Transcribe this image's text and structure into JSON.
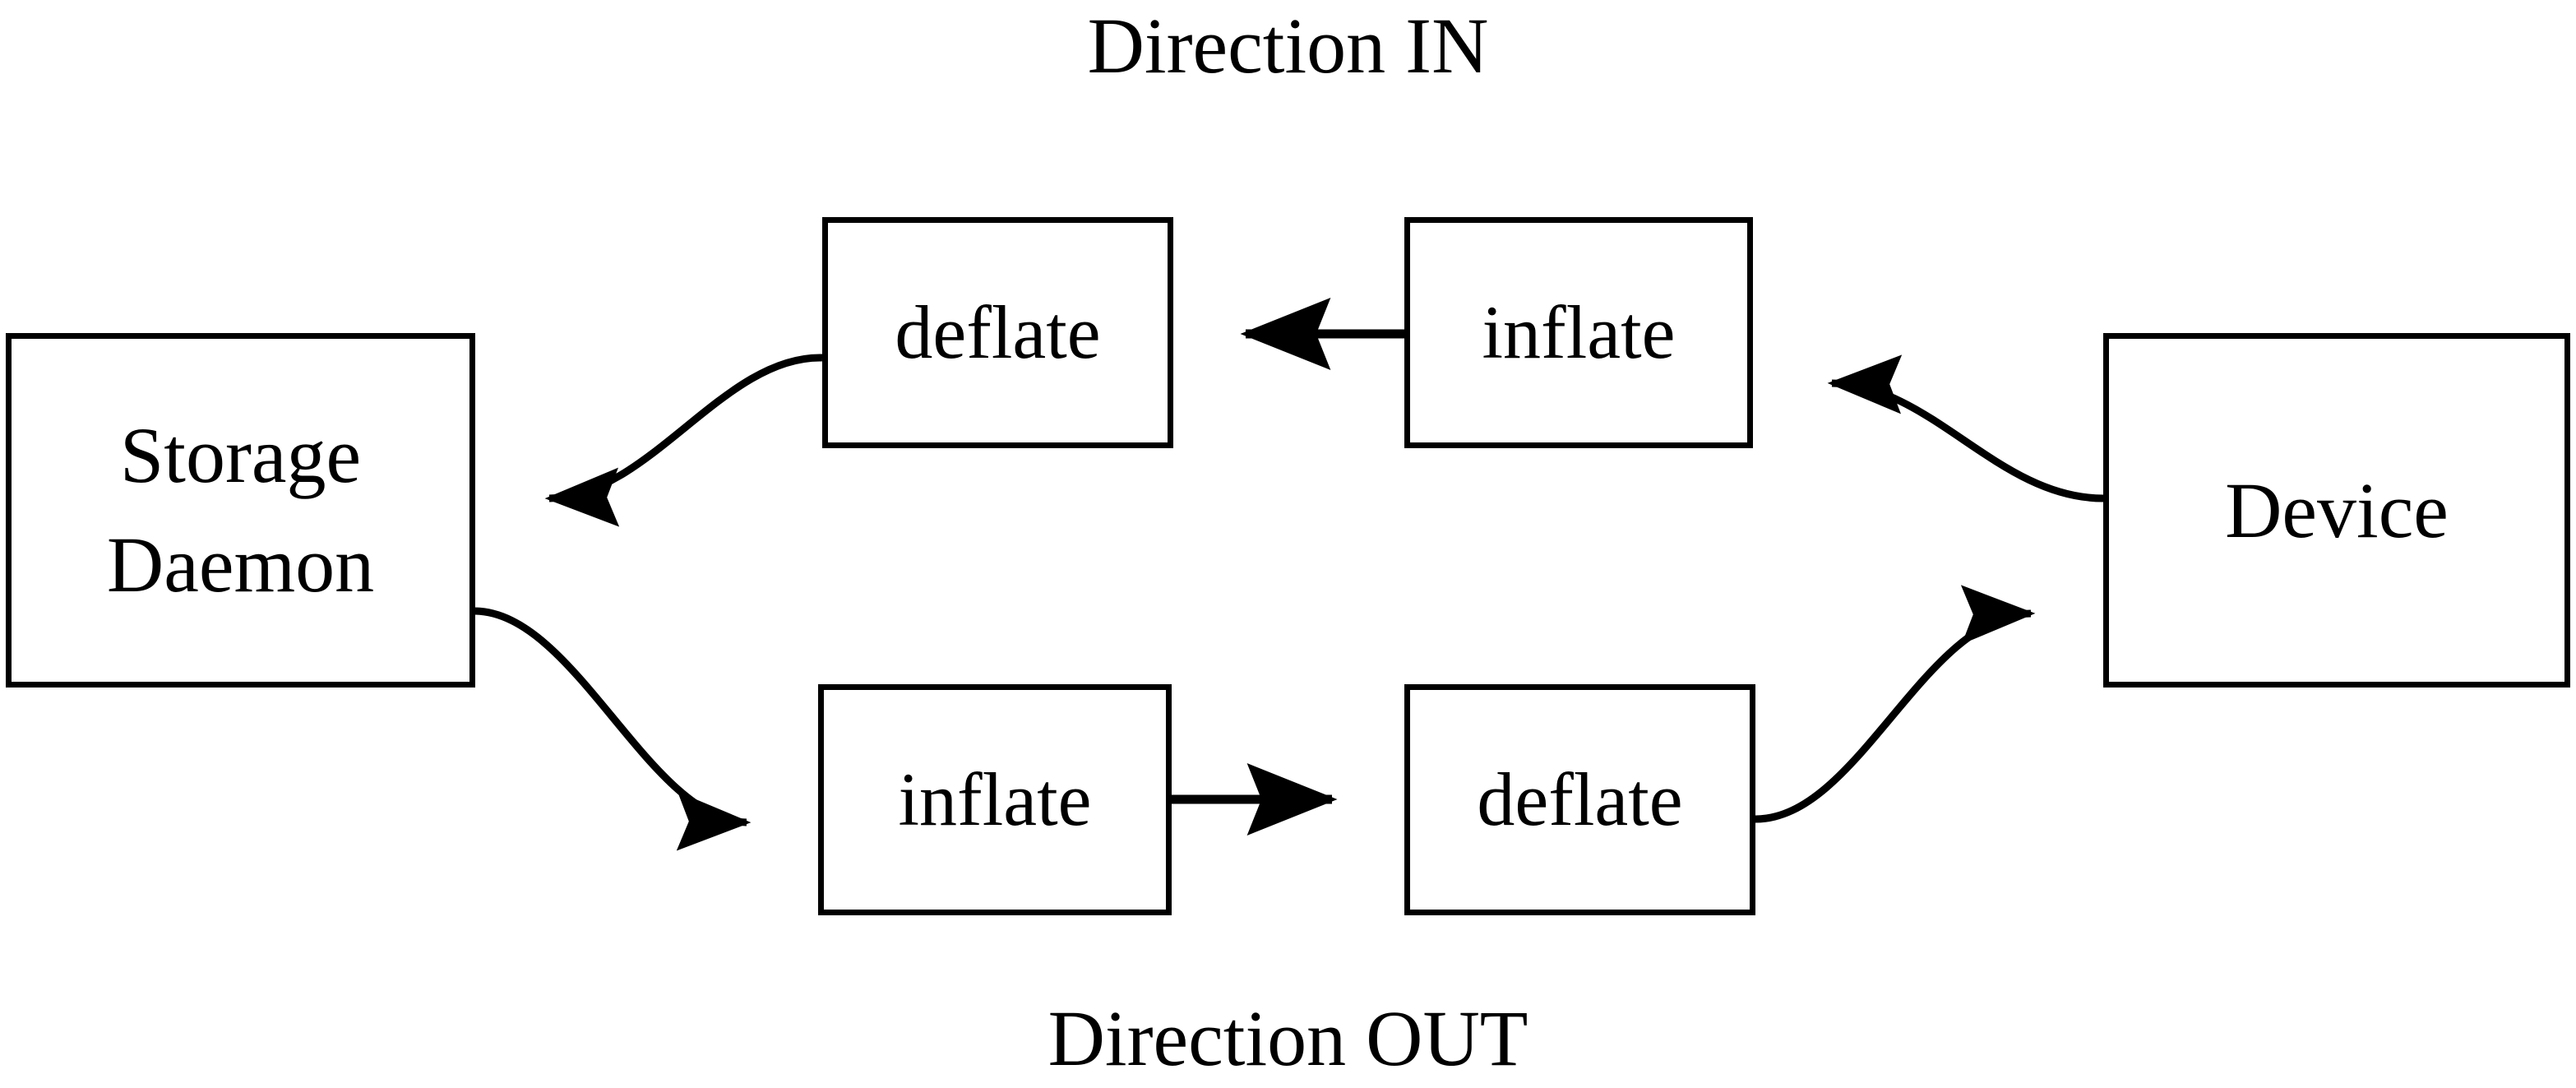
{
  "diagram": {
    "title_top": "Direction IN",
    "title_bottom": "Direction OUT",
    "stroke_color": "#000000",
    "background_color": "#ffffff",
    "nodes": [
      {
        "id": "storage-daemon",
        "label_line1": "Storage",
        "label_line2": "Daemon"
      },
      {
        "id": "deflate-in",
        "label": "deflate"
      },
      {
        "id": "inflate-in",
        "label": "inflate"
      },
      {
        "id": "inflate-out",
        "label": "inflate"
      },
      {
        "id": "deflate-out",
        "label": "deflate"
      },
      {
        "id": "device",
        "label": "Device"
      }
    ],
    "edges": [
      {
        "from": "device",
        "to": "inflate-in",
        "style": "curved",
        "direction": "left"
      },
      {
        "from": "inflate-in",
        "to": "deflate-in",
        "style": "straight",
        "direction": "left"
      },
      {
        "from": "deflate-in",
        "to": "storage-daemon",
        "style": "curved",
        "direction": "left"
      },
      {
        "from": "storage-daemon",
        "to": "inflate-out",
        "style": "curved",
        "direction": "right"
      },
      {
        "from": "inflate-out",
        "to": "deflate-out",
        "style": "straight",
        "direction": "right"
      },
      {
        "from": "deflate-out",
        "to": "device",
        "style": "curved",
        "direction": "right"
      }
    ]
  }
}
